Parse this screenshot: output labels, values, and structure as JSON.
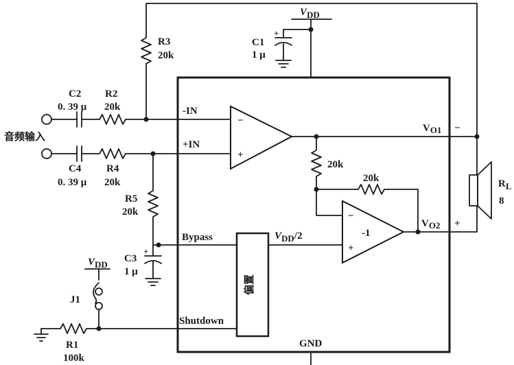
{
  "supply": {
    "vdd": "V",
    "vdd_sub": "DD"
  },
  "c1": {
    "name": "C1",
    "value": "1 μ"
  },
  "r3": {
    "name": "R3",
    "value": "20k"
  },
  "c2": {
    "name": "C2",
    "value": "0. 39 μ"
  },
  "r2": {
    "name": "R2",
    "value": "20k"
  },
  "input_label": "音频输入",
  "c4": {
    "name": "C4",
    "value": "0. 39 μ"
  },
  "r4": {
    "name": "R4",
    "value": "20k"
  },
  "r5": {
    "name": "R5",
    "value": "20k"
  },
  "c3": {
    "name": "C3",
    "value": "1 μ"
  },
  "pins": {
    "neg_in": "-IN",
    "pos_in": "+IN",
    "bypass": "Bypass",
    "shutdown": "Shutdown",
    "gnd": "GND"
  },
  "internal": {
    "feedback_r1": "20k",
    "feedback_r2": "20k",
    "gain": "-1",
    "half_vdd": "/2",
    "bias": "偏置"
  },
  "outputs": {
    "vo1": "V",
    "vo1_sub": "O1",
    "vo2": "V",
    "vo2_sub": "O2"
  },
  "speaker": {
    "name": "R",
    "name_sub": "L",
    "value": "8"
  },
  "j1": {
    "name": "J1"
  },
  "r1": {
    "name": "R1",
    "value": "100k"
  },
  "signs": {
    "minus": "−",
    "plus": "+"
  }
}
